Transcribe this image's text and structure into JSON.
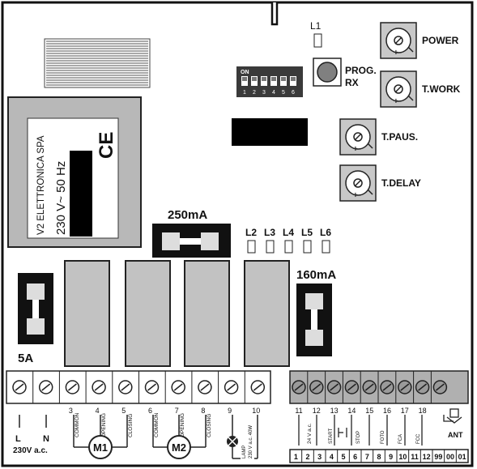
{
  "transformer": {
    "brand": "V2 ELETTRONICA SPA",
    "voltage": "230 V~  50 Hz",
    "mark": "CE"
  },
  "fuses": {
    "main": "5A",
    "f250": "250mA",
    "f160": "160mA"
  },
  "leds": {
    "l1": "L1",
    "row": [
      "L2",
      "L3",
      "L4",
      "L5",
      "L6"
    ]
  },
  "dip": {
    "on_label": "ON",
    "numbers": [
      "1",
      "2",
      "3",
      "4",
      "5",
      "6"
    ]
  },
  "prog": {
    "line1": "PROG.",
    "line2": "RX"
  },
  "trimmers": {
    "power": "POWER",
    "twork": "T.WORK",
    "tpaus": "T.PAUS.",
    "tdelay": "T.DELAY"
  },
  "left_terminals": {
    "numbers": [
      "3",
      "4",
      "5",
      "6",
      "7",
      "8",
      "9",
      "10"
    ],
    "L": "L",
    "N": "N",
    "supply": "230V  a.c.",
    "m1": [
      "COMMON",
      "OPENING",
      "CLOSING"
    ],
    "m2": [
      "COMMON",
      "OPENING",
      "CLOSING"
    ],
    "m1_label": "M1",
    "m2_label": "M2",
    "lamp": "LAMP",
    "lamp_rating": "230 V a.c. 40W"
  },
  "right_terminals": {
    "numbers": [
      "11",
      "12",
      "13",
      "14",
      "15",
      "16",
      "17",
      "18"
    ],
    "v24": "24 V a.c.",
    "start": "START",
    "stop": "STOP",
    "foto": "FOTO",
    "fca": "FCA",
    "fcc": "FCC",
    "ant": "ANT"
  },
  "bottom_strip": [
    "1",
    "2",
    "3",
    "4",
    "5",
    "6",
    "7",
    "8",
    "9",
    "10",
    "11",
    "12",
    "99",
    "00",
    "01"
  ]
}
